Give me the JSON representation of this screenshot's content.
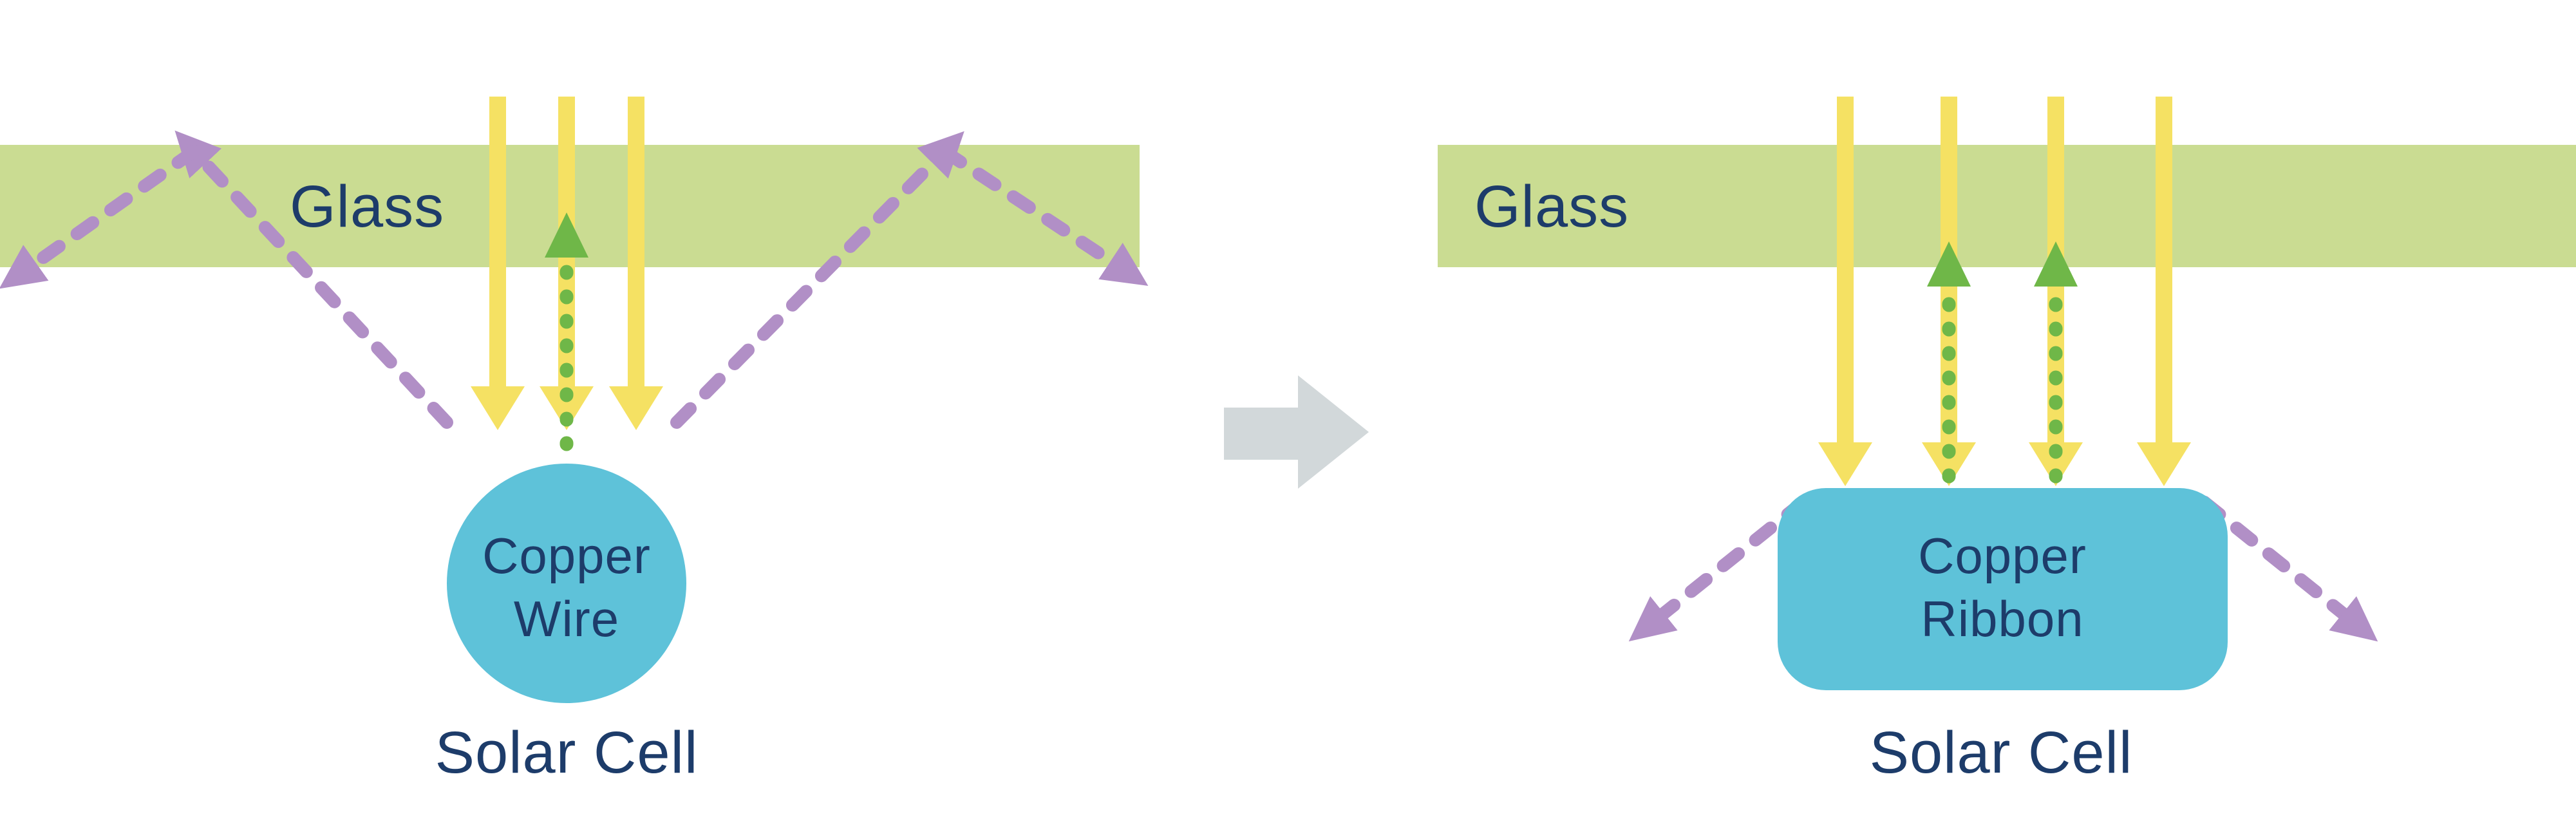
{
  "diagram": {
    "left": {
      "glass_label": "Glass",
      "conductor_line1": "Copper",
      "conductor_line2": "Wire",
      "cell_label": "Solar Cell"
    },
    "right": {
      "glass_label": "Glass",
      "conductor_line1": "Copper",
      "conductor_line2": "Ribbon",
      "cell_label": "Solar Cell"
    },
    "colors": {
      "glass": "#cadc92",
      "sunlight_yellow": "#f5e163",
      "reflection_purple": "#b18fc6",
      "absorbed_green": "#6fb748",
      "copper_blue": "#5ec2d9",
      "label_navy": "#1d3c6a",
      "transition_gray": "#d2d8da",
      "background": "#ffffff"
    }
  }
}
